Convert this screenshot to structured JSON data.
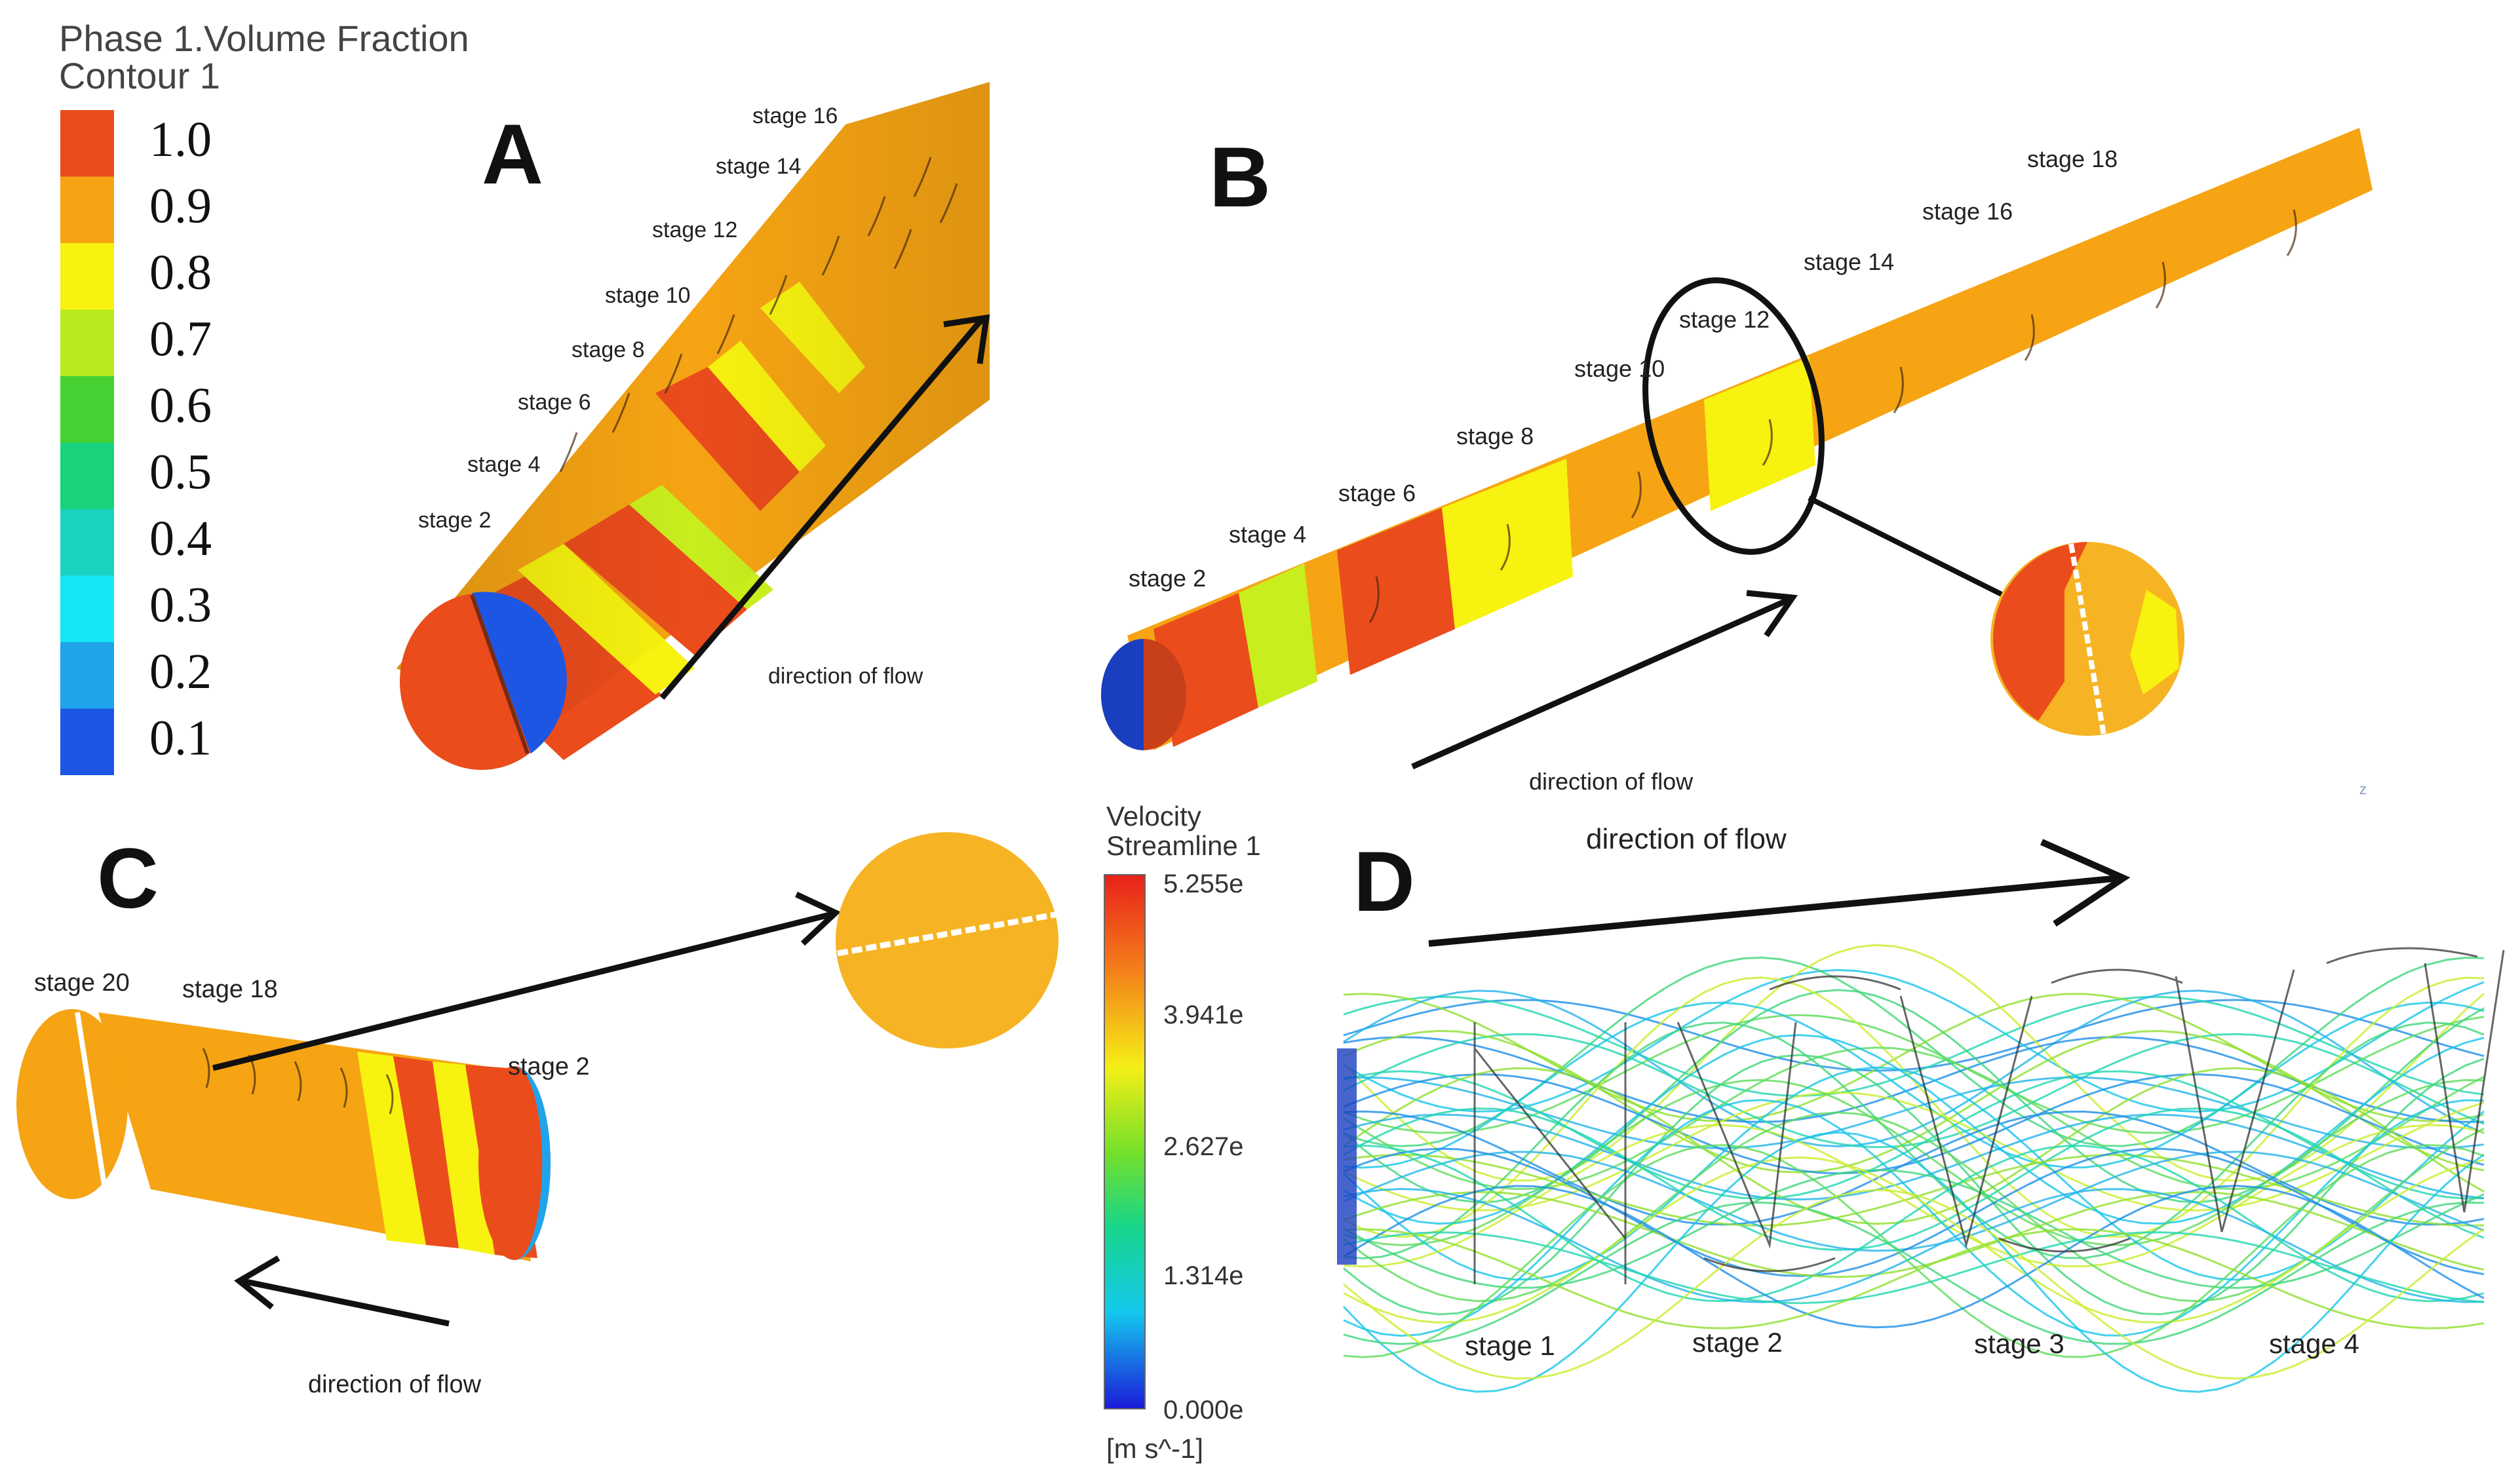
{
  "panels": {
    "a": "A",
    "b": "B",
    "c": "C",
    "d": "D"
  },
  "volume_legend": {
    "title_line1": "Phase 1.Volume Fraction",
    "title_line2": "Contour 1",
    "levels": [
      "1.0",
      "0.9",
      "0.8",
      "0.7",
      "0.6",
      "0.5",
      "0.4",
      "0.3",
      "0.2",
      "0.1"
    ],
    "colors": [
      "#ea4c1c",
      "#f6a413",
      "#f7f20f",
      "#b8ea1e",
      "#46d132",
      "#19d37c",
      "#19d2c0",
      "#14e6f4",
      "#1fa4ec",
      "#1d56e3"
    ]
  },
  "velocity_legend": {
    "title_line1": "Velocity",
    "title_line2": "Streamline 1",
    "ticks": [
      "5.255e",
      "3.941e",
      "2.627e",
      "1.314e",
      "0.000e"
    ],
    "unit": "[m s^-1]"
  },
  "panel_a": {
    "stages": [
      "stage 2",
      "stage 4",
      "stage 6",
      "stage 8",
      "stage 10",
      "stage 12",
      "stage 14",
      "stage 16"
    ],
    "flow_label": "direction of flow"
  },
  "panel_b": {
    "stages": [
      "stage 2",
      "stage 4",
      "stage 6",
      "stage 8",
      "stage 10",
      "stage 12",
      "stage 14",
      "stage 16",
      "stage 18"
    ],
    "flow_label": "direction of flow",
    "axis_mark": "z"
  },
  "panel_c": {
    "stage_20": "stage 20",
    "stage_18": "stage 18",
    "stage_2": "stage 2",
    "flow_label": "direction of flow"
  },
  "panel_d": {
    "flow_label": "direction of flow",
    "stages": [
      "stage 1",
      "stage 2",
      "stage 3",
      "stage 4"
    ]
  },
  "colors": {
    "orange": "#f6a413",
    "red": "#ea4c1c",
    "yellow": "#f7f20f",
    "blue": "#1d56e3"
  }
}
